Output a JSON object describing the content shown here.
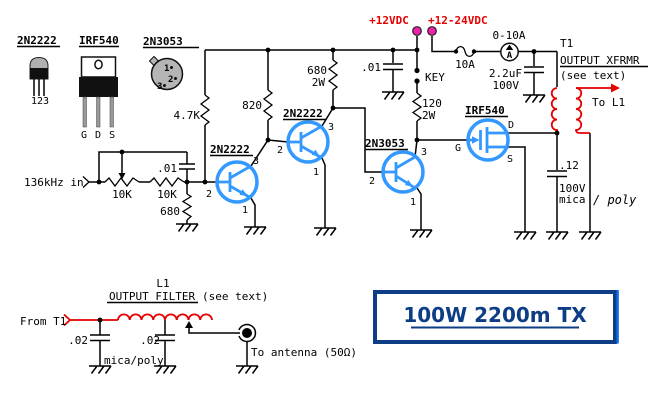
{
  "colors": {
    "wire": "#000000",
    "accent_red": "#e60000",
    "transistor_blue": "#3399ff",
    "title_navy": "#0c3d85",
    "terminal_pink": "#ee22aa"
  },
  "legend": {
    "to92": {
      "label": "2N2222",
      "pins": "123"
    },
    "to220": {
      "label": "IRF540",
      "pins": "G D S"
    },
    "to39": {
      "label": "2N3053",
      "pin1": "1",
      "pin2": "2",
      "pin3": "3"
    }
  },
  "input": {
    "source": "136kHz in",
    "pot": "10K",
    "series_r": "10K",
    "cap": ".01",
    "shunt_r": "680"
  },
  "resistors": {
    "r47k": "4.7K",
    "r820": "820",
    "r680": "680",
    "r680_w": "2W",
    "r120": "120",
    "r120_w": "2W"
  },
  "q1": {
    "label": "2N2222",
    "b": "2",
    "c": "3",
    "e": "1"
  },
  "q2": {
    "label": "2N2222",
    "b": "2",
    "c": "3",
    "e": "1"
  },
  "q3": {
    "label": "2N3053",
    "b": "2",
    "c": "3",
    "e": "1"
  },
  "q4": {
    "label": "IRF540",
    "g": "G",
    "d": "D",
    "s": "S"
  },
  "power": {
    "v12": "+12VDC",
    "v1224": "+12-24VDC",
    "fuse": "10A",
    "meter_range": "0-10A",
    "meter_letter": "A",
    "key": "KEY",
    "bypass_cap": ".01",
    "pa_cap": "2.2uF",
    "pa_cap_v": "100V"
  },
  "t1": {
    "name": "T1",
    "desc": "OUTPUT XFRMR",
    "note": "(see text)",
    "to": "To L1"
  },
  "snubber": {
    "cap": ".12",
    "volts": "100V",
    "type": "mica",
    "alt": "/ poly"
  },
  "filter": {
    "name": "L1",
    "desc": "OUTPUT FILTER",
    "note": "(see text)",
    "from": "From T1",
    "c1": ".02",
    "c2": ".02",
    "dielectric": "mica/poly",
    "out": "To antenna (50Ω)"
  },
  "title": {
    "text": "100W 2200m TX"
  }
}
